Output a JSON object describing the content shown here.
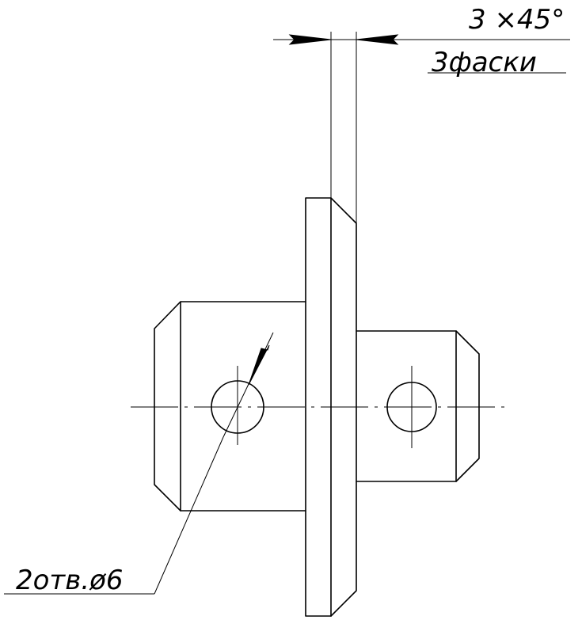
{
  "annotations": {
    "chamfer_size": "3 ×45°",
    "chamfer_note": "3фаски",
    "holes_note": "2отв.ø6"
  }
}
